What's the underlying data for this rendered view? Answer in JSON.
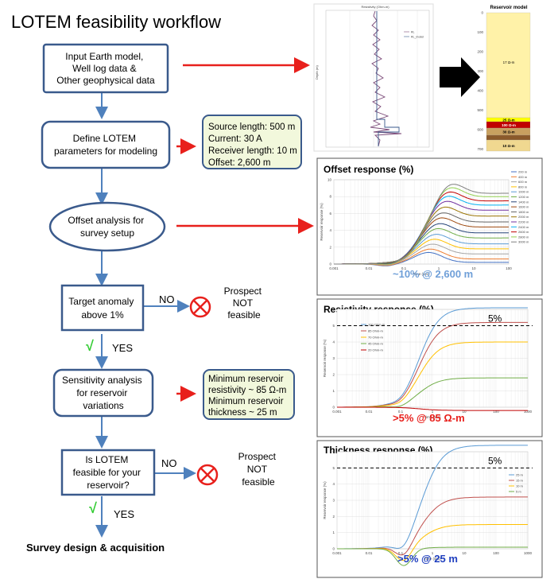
{
  "title": "LOTEM feasibility workflow",
  "steps": {
    "input_line1": "Input Earth model,",
    "input_line2": "Well log data &",
    "input_line3": "Other geophysical data",
    "define_line1": "Define LOTEM",
    "define_line2": "parameters for modeling",
    "offset_line1": "Offset analysis for",
    "offset_line2": "survey setup",
    "target_line1": "Target anomaly",
    "target_line2": "above 1%",
    "sens_line1": "Sensitivity analysis",
    "sens_line2": "for reservoir",
    "sens_line3": "variations",
    "feas_line1": "Is LOTEM",
    "feas_line2": "feasible for your",
    "feas_line3": "reservoir?",
    "final": "Survey design & acquisition"
  },
  "params": {
    "line1": "Source length: 500 m",
    "line2": "Current: 30 A",
    "line3": "Receiver length: 10 m",
    "line4": "Offset: 2,600 m"
  },
  "sensitivity_results": {
    "line1": "Minimum reservoir",
    "line2": "resistivity ~ 85 Ω-m",
    "line3": "Minimum reservoir",
    "line4": "thickness ~ 25 m"
  },
  "decisions": {
    "no1": "NO",
    "yes1": "YES",
    "no2": "NO",
    "yes2": "YES",
    "check": "√",
    "prospect1_l1": "Prospect",
    "prospect1_l2": "NOT",
    "prospect1_l3": "feasible",
    "prospect2_l1": "Prospect",
    "prospect2_l2": "NOT",
    "prospect2_l3": "feasible"
  },
  "well_log": {
    "title": "Resistivity (Ohm-m)",
    "ylabel": "Depth (m)",
    "legend1": "RL",
    "legend2": "RL_model"
  },
  "reservoir_model": {
    "title": "Reservoir model",
    "depth_ticks": [
      "0",
      "100",
      "200",
      "300",
      "400",
      "500",
      "600",
      "700"
    ],
    "layers": [
      {
        "label": "17 Ω-m",
        "color": "#fff2a8"
      },
      {
        "label": "25 Ω-m",
        "color": "#ffff00"
      },
      {
        "label": "100 Ω-m",
        "color": "#c00000"
      },
      {
        "label": "30 Ω-m",
        "color": "#c8a060"
      },
      {
        "label": "",
        "color": "#8b5a2b"
      },
      {
        "label": "10 Ω-m",
        "color": "#f0d890"
      }
    ]
  },
  "offset_chart": {
    "title": "Offset response (%)",
    "annotation": "~10% @ 2,600 m",
    "xlabel": "Time (sec)",
    "ylabel": "Reservoir response (%)",
    "x_ticks": [
      "0.001",
      "0.01",
      "0.1",
      "1",
      "10",
      "100"
    ],
    "y_ticks": [
      "0",
      "2",
      "4",
      "6",
      "8",
      "10"
    ],
    "legend": [
      "200 m",
      "400 m",
      "600 m",
      "800 m",
      "1000 m",
      "1200 m",
      "1400 m",
      "1600 m",
      "1800 m",
      "2000 m",
      "2200 m",
      "2400 m",
      "2600 m",
      "2800 m",
      "3000 m"
    ]
  },
  "resistivity_chart": {
    "title": "Resistivity response (%)",
    "annotation": ">5% @ 85 Ω-m",
    "threshold_label": "5%",
    "xlabel": "Time (sec)",
    "ylabel": "Reservoir response (%)",
    "x_ticks": [
      "0.001",
      "0.01",
      "0.1",
      "1",
      "10",
      "100",
      "1000"
    ],
    "y_ticks": [
      "0",
      "1",
      "2",
      "3",
      "4",
      "5",
      "6"
    ],
    "legend": [
      "100 Ohm-m",
      "85 Ohm-m",
      "70 Ohm-m",
      "45 Ohm-m",
      "20 Ohm-m"
    ]
  },
  "thickness_chart": {
    "title": "Thickness response (%)",
    "annotation": ">5% @ 25 m",
    "threshold_label": "5%",
    "xlabel": "Time (sec)",
    "ylabel": "Reservoir response (%)",
    "x_ticks": [
      "0.001",
      "0.01",
      "0.1",
      "1",
      "10",
      "100",
      "1000"
    ],
    "y_ticks": [
      "0",
      "1",
      "2",
      "3",
      "4",
      "5",
      "6"
    ],
    "legend": [
      "25 m",
      "15 m",
      "10 m",
      "5 m"
    ]
  },
  "colors": {
    "flow_border": "#3a5a8c",
    "arrow_blue": "#4f81bd",
    "arrow_red": "#e8201c",
    "param_fill": "#f2f8dc",
    "check_green": "#33cc33",
    "annot_offset": "#6f9fd8",
    "annot_red": "#e8201c",
    "annot_blue": "#1f3fbf"
  }
}
